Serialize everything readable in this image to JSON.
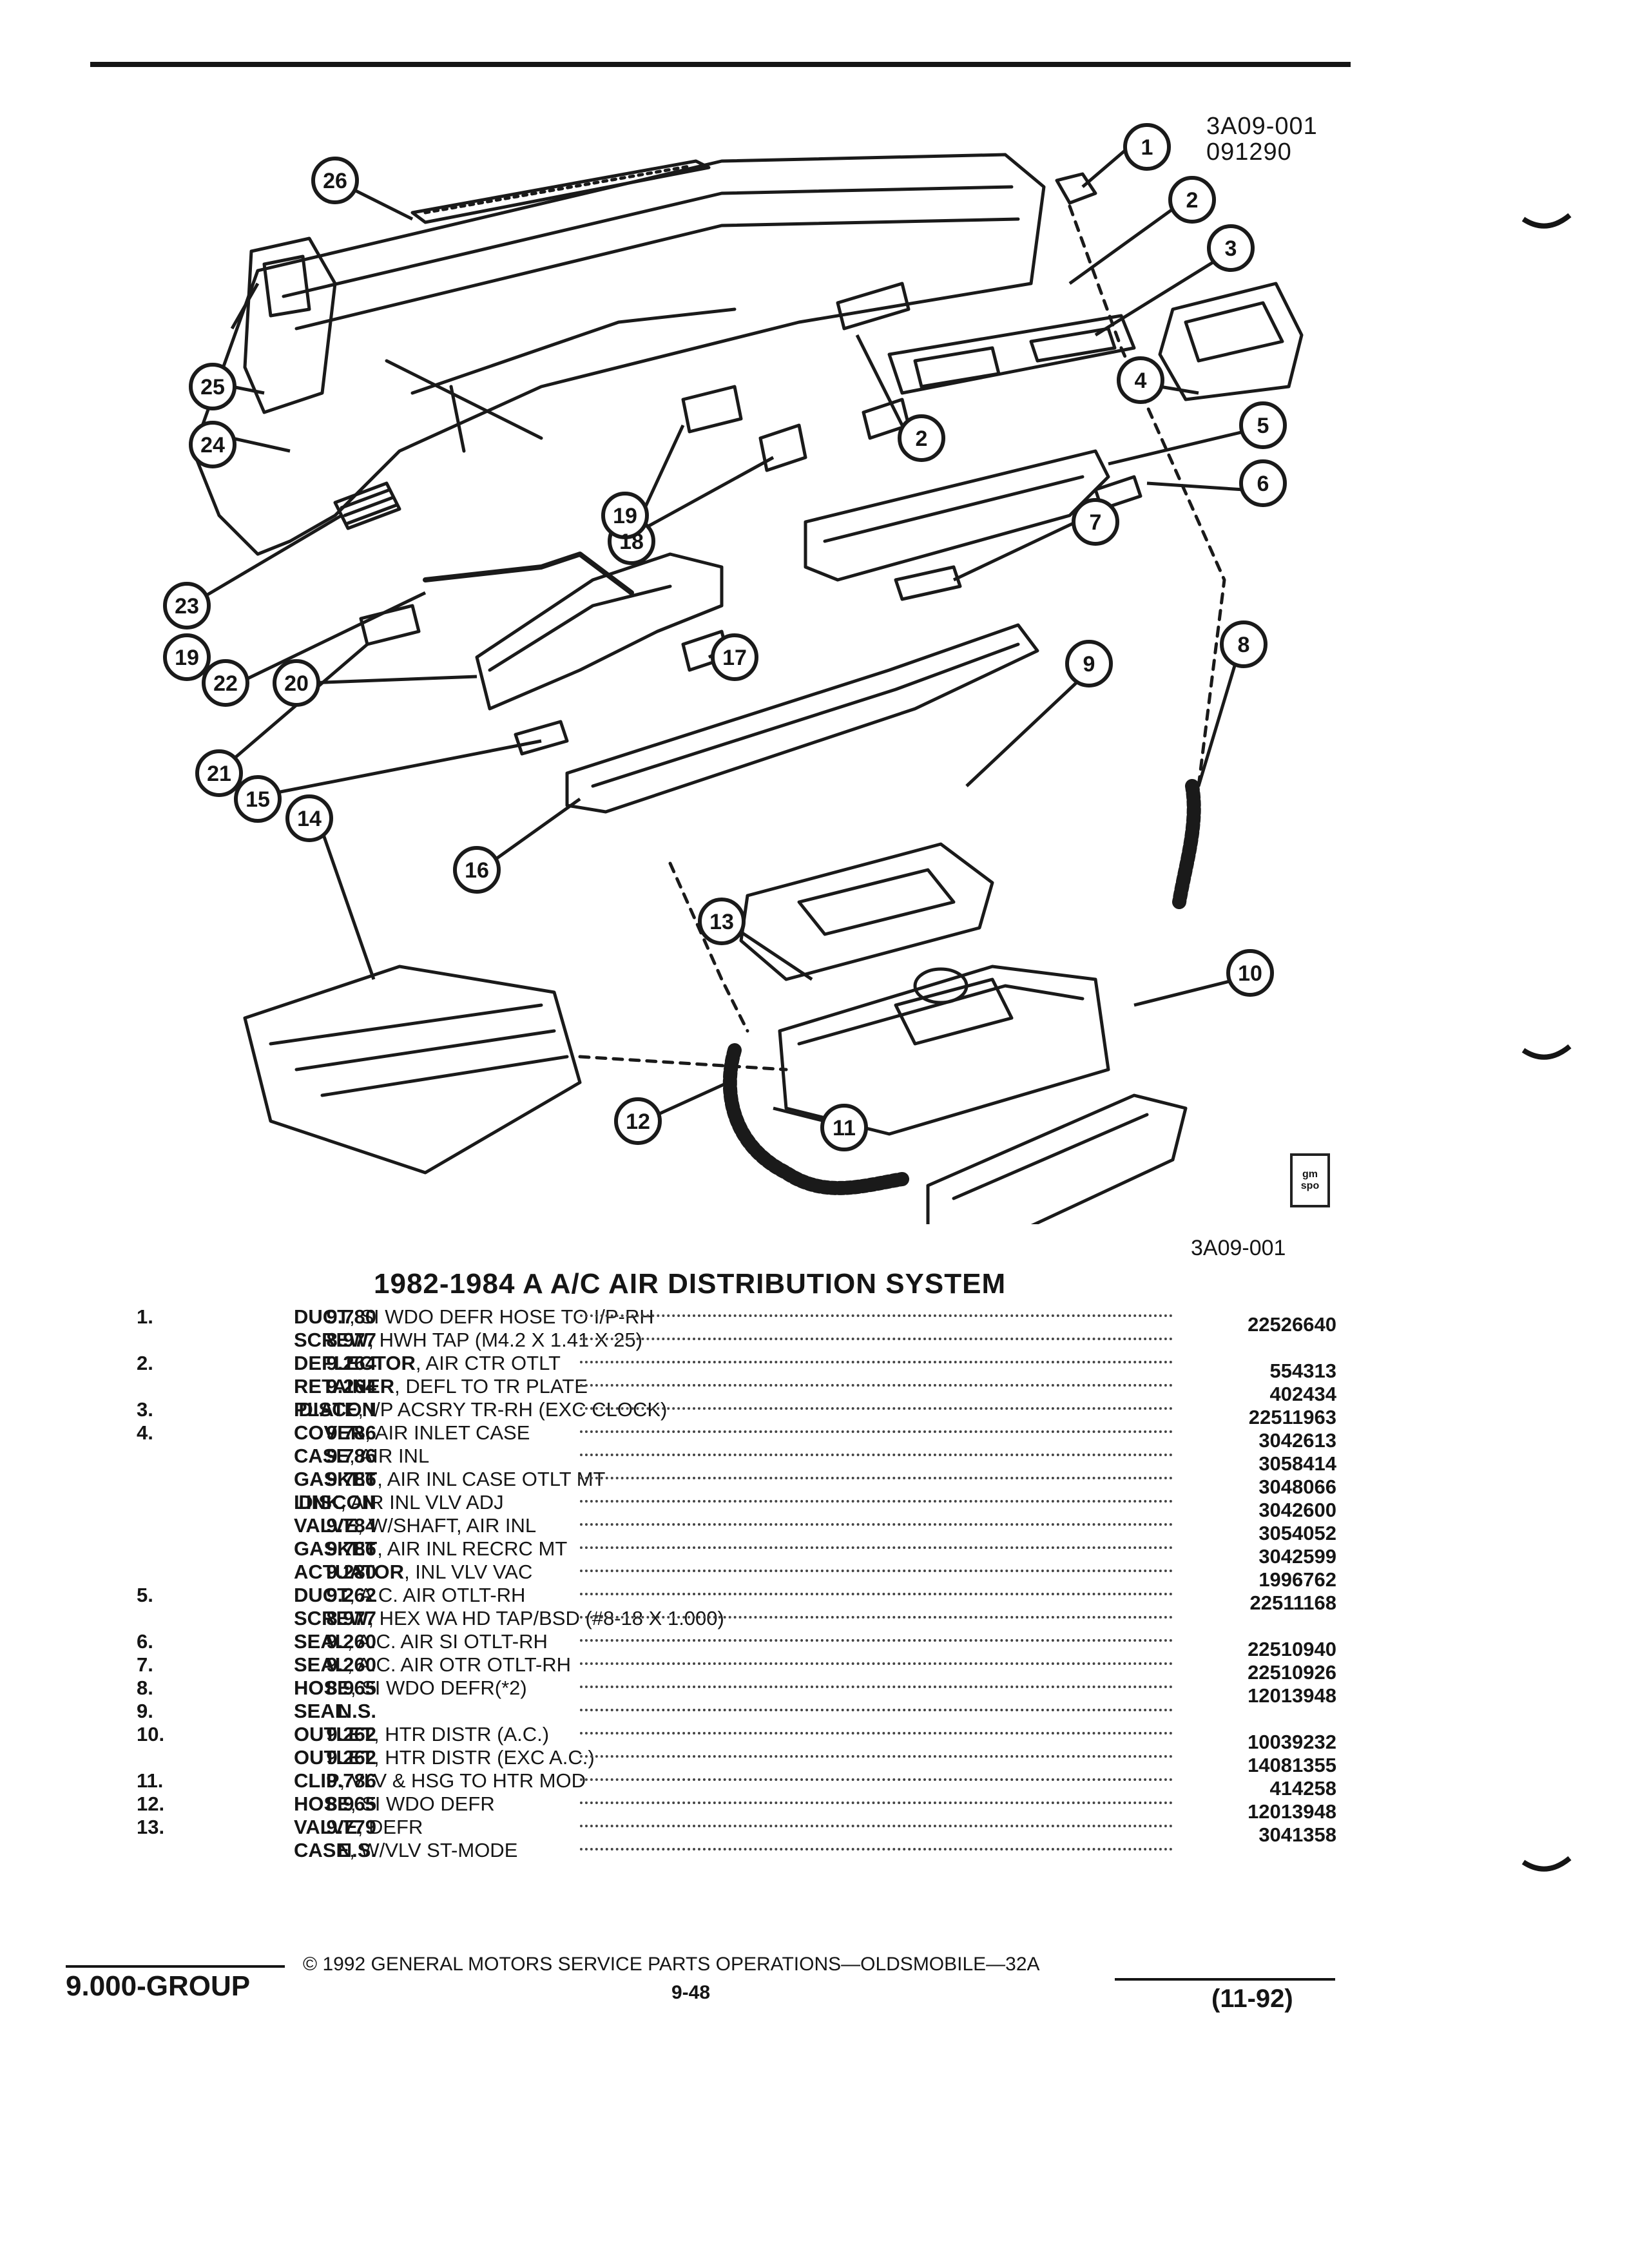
{
  "header": {
    "code_line1": "3A09-001",
    "code_line2": "091290"
  },
  "diagram": {
    "figure_code": "3A09-001",
    "logo_text": "gm spo",
    "callouts": [
      "1",
      "2",
      "3",
      "4",
      "5",
      "6",
      "7",
      "8",
      "9",
      "10",
      "11",
      "12",
      "13",
      "14",
      "15",
      "16",
      "17",
      "18",
      "19",
      "20",
      "21",
      "22",
      "23",
      "24",
      "25",
      "26",
      "2",
      "19"
    ]
  },
  "title": "1982-1984 A A/C AIR DISTRIBUTION SYSTEM",
  "parts": [
    {
      "no": "1.",
      "grp": "9.780",
      "k": "DUCT",
      "r": ", SI WDO DEFR HOSE TO I/P-RH",
      "pn": "22526640"
    },
    {
      "no": "",
      "grp": "8.977",
      "k": "SCREW",
      "r": ", HWH TAP (M4.2 X 1.41 X 25)",
      "pn": ""
    },
    {
      "no": "2.",
      "grp": "9.264",
      "k": "DEFLECTOR",
      "r": ", AIR CTR OTLT",
      "pn": "554313"
    },
    {
      "no": "",
      "grp": "9.264",
      "k": "RETAINER",
      "r": ", DEFL TO TR PLATE",
      "pn": "402434"
    },
    {
      "no": "3.",
      "grp": "DISCON",
      "k": "PLATE",
      "r": ", I/P ACSRY TR-RH (EXC CLOCK)",
      "pn": "22511963"
    },
    {
      "no": "4.",
      "grp": "9.786",
      "k": "COVER",
      "r": ", AIR INLET CASE",
      "pn": "3042613"
    },
    {
      "no": "",
      "grp": "9.786",
      "k": "CASE",
      "r": ", AIR INL",
      "pn": "3058414"
    },
    {
      "no": "",
      "grp": "9.786",
      "k": "GASKET",
      "r": ", AIR INL CASE OTLT MT",
      "pn": "3048066"
    },
    {
      "no": "",
      "grp": "DISCON",
      "k": "LINK",
      "r": ", AIR INL VLV ADJ",
      "pn": "3042600"
    },
    {
      "no": "",
      "grp": "9.784",
      "k": "VALVE",
      "r": ", W/SHAFT, AIR INL",
      "pn": "3054052"
    },
    {
      "no": "",
      "grp": "9.786",
      "k": "GASKET",
      "r": ", AIR INL RECRC MT",
      "pn": "3042599"
    },
    {
      "no": "",
      "grp": "9.280",
      "k": "ACTUATOR",
      "r": ", INL VLV VAC",
      "pn": "1996762"
    },
    {
      "no": "5.",
      "grp": "9.262",
      "k": "DUCT",
      "r": ", A.C. AIR OTLT-RH",
      "pn": "22511168"
    },
    {
      "no": "",
      "grp": "8.977",
      "k": "SCREW",
      "r": ", HEX WA HD TAP/BSD (#8-18 X 1.000)",
      "pn": ""
    },
    {
      "no": "6.",
      "grp": "9.260",
      "k": "SEAL",
      "r": ", A.C. AIR SI OTLT-RH",
      "pn": "22510940"
    },
    {
      "no": "7.",
      "grp": "9.260",
      "k": "SEAL",
      "r": ", A.C. AIR OTR OTLT-RH",
      "pn": "22510926"
    },
    {
      "no": "8.",
      "grp": "8.965",
      "k": "HOSE",
      "r": ", SI WDO DEFR(*2)",
      "pn": "12013948"
    },
    {
      "no": "9.",
      "grp": "N.S.",
      "k": "SEAL",
      "r": "",
      "pn": ""
    },
    {
      "no": "10.",
      "grp": "9.262",
      "k": "OUTLET",
      "r": ", HTR DISTR (A.C.)",
      "pn": "10039232"
    },
    {
      "no": "",
      "grp": "9.262",
      "k": "OUTLET",
      "r": ", HTR DISTR (EXC A.C.)",
      "pn": "14081355"
    },
    {
      "no": "11.",
      "grp": "9.786",
      "k": "CLIP",
      "r": ", VLV & HSG TO HTR MOD",
      "pn": "414258"
    },
    {
      "no": "12.",
      "grp": "8.965",
      "k": "HOSE",
      "r": ", SI WDO DEFR",
      "pn": "12013948"
    },
    {
      "no": "13.",
      "grp": "9.779",
      "k": "VALVE",
      "r": ", DEFR",
      "pn": "3041358"
    },
    {
      "no": "",
      "grp": "N.S.",
      "k": "CASE",
      "r": ", W/VLV ST-MODE",
      "pn": ""
    }
  ],
  "footer": {
    "group": "9.000-GROUP",
    "copyright": "© 1992 GENERAL MOTORS SERVICE PARTS OPERATIONS—OLDSMOBILE—32A",
    "page": "9-48",
    "date": "(11-92)"
  }
}
